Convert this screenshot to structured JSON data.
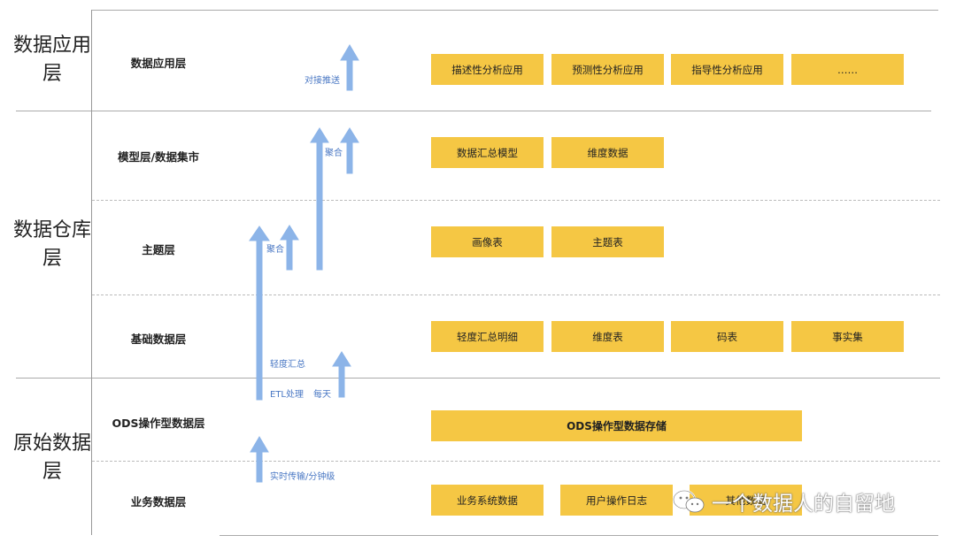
{
  "layers": {
    "app": {
      "title": "数据应用层",
      "rows": {
        "app": {
          "label": "数据应用层",
          "boxes": [
            "描述性分析应用",
            "预测性分析应用",
            "指导性分析应用",
            "……"
          ]
        }
      }
    },
    "warehouse": {
      "title": "数据仓库层",
      "rows": {
        "model": {
          "label": "模型层/数据集市",
          "boxes": [
            "数据汇总模型",
            "维度数据"
          ]
        },
        "topic": {
          "label": "主题层",
          "boxes": [
            "画像表",
            "主题表"
          ]
        },
        "base": {
          "label": "基础数据层",
          "boxes": [
            "轻度汇总明细",
            "维度表",
            "码表",
            "事实集"
          ]
        }
      }
    },
    "raw": {
      "title": "原始数据层",
      "rows": {
        "ods": {
          "label": "ODS操作型数据层",
          "boxes": [
            "ODS操作型数据存储"
          ]
        },
        "business": {
          "label": "业务数据层",
          "boxes": [
            "业务系统数据",
            "用户操作日志",
            "其他数据"
          ]
        }
      }
    }
  },
  "arrow_labels": {
    "push": "对接推送",
    "aggregate_upper": "聚合",
    "aggregate_lower": "聚合",
    "light_summary": "轻度汇总",
    "etl": "ETL处理",
    "daily": "每天",
    "realtime": "实时传输/分钟级"
  },
  "watermark": {
    "text": "一个数据人的自留地",
    "icon": "wechat-icon"
  },
  "colors": {
    "box": "#f5c744",
    "arrow": "#8cb4e8",
    "arrow_label": "#4a78c4"
  }
}
